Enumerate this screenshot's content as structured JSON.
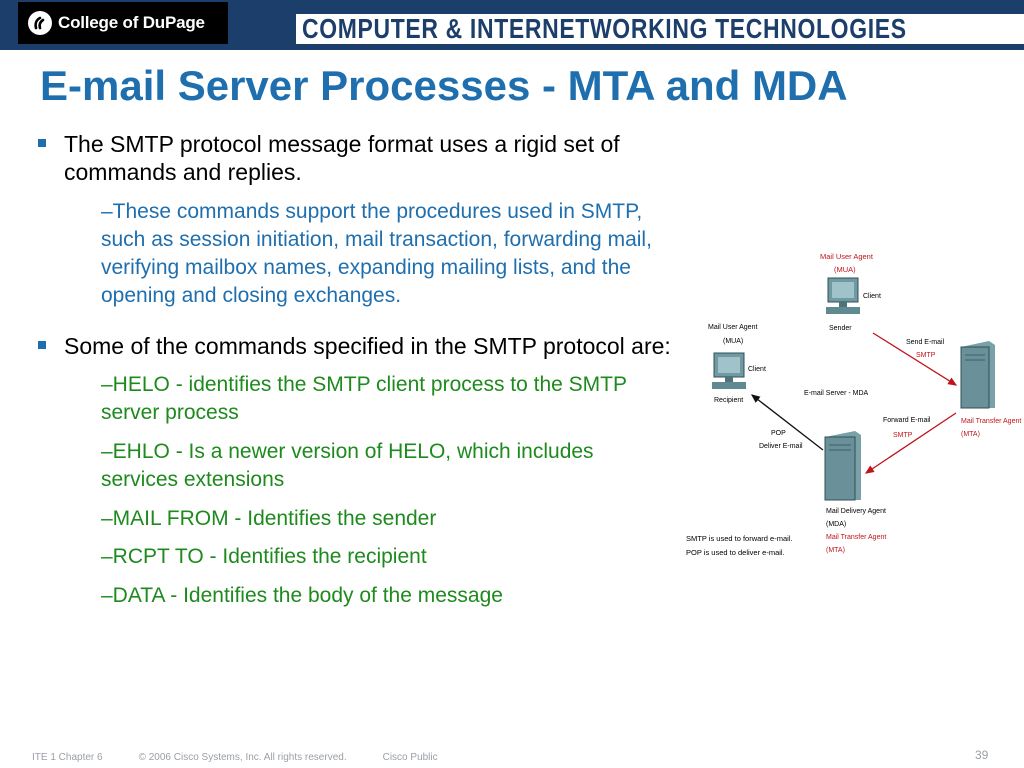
{
  "header": {
    "logo_text": "College of DuPage",
    "banner_text": "COMPUTER & INTERNETWORKING TECHNOLOGIES"
  },
  "slide": {
    "title": "E-mail Server Processes - MTA and MDA",
    "bullets": [
      {
        "text": "The SMTP protocol message format uses a rigid set of commands and replies.",
        "subs": [
          "–These commands support the procedures used in SMTP, such as session initiation, mail transaction, forwarding mail, verifying mailbox names, expanding mailing lists, and the opening and closing exchanges."
        ]
      },
      {
        "text": "Some of the commands specified in the SMTP protocol are:",
        "subs": [
          "–HELO - identifies the SMTP client process to the SMTP server process",
          "–EHLO - Is a newer version of HELO, which includes services extensions",
          "–MAIL FROM - Identifies the sender",
          "–RCPT TO - Identifies the recipient",
          "–DATA - Identifies the body of the message"
        ]
      }
    ]
  },
  "diagram": {
    "sender_agent": "Mail User Agent",
    "sender_mua": "(MUA)",
    "sender_client": "Client",
    "sender_label": "Sender",
    "recipient_agent": "Mail User Agent",
    "recipient_mua": "(MUA)",
    "recipient_client": "Client",
    "recipient_label": "Recipient",
    "send_email": "Send E-mail",
    "send_smtp": "SMTP",
    "email_server": "E-mail Server - MDA",
    "mta_label": "Mail Transfer Agent",
    "mta_abbr": "(MTA)",
    "forward_email": "Forward E-mail",
    "forward_smtp": "SMTP",
    "pop_label": "POP",
    "deliver_email": "Deliver E-mail",
    "mda_agent": "Mail Delivery Agent",
    "mda_abbr": "(MDA)",
    "mda_mta_agent": "Mail Transfer Agent",
    "mda_mta_abbr": "(MTA)",
    "legend_smtp": "SMTP is used to forward e-mail.",
    "legend_pop": "POP is used to deliver e-mail."
  },
  "footer": {
    "course": "ITE 1 Chapter 6",
    "copyright": "© 2006 Cisco Systems, Inc. All rights reserved.",
    "classification": "Cisco Public",
    "page_number": "39"
  },
  "colors": {
    "header_bg": "#1c3e6b",
    "title": "#1f6fae",
    "sub_blue": "#1f6fae",
    "sub_green": "#1e8a1e",
    "diagram_red": "#c0141c"
  }
}
